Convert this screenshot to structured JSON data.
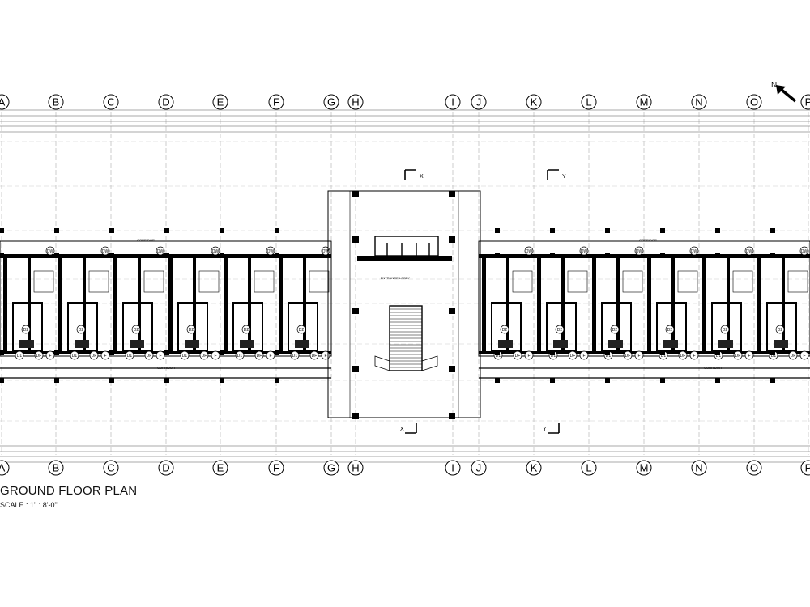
{
  "plan": {
    "title": "GROUND FLOOR PLAN",
    "scale": "SCALE : 1\" : 8'-0\"",
    "north_label": "N",
    "grid_labels": [
      "A",
      "B",
      "C",
      "D",
      "E",
      "F",
      "G",
      "H",
      "I",
      "J",
      "K",
      "L",
      "M",
      "N",
      "O",
      "P"
    ],
    "section_marks": [
      "X",
      "Y"
    ],
    "room_labels": {
      "corridor": "CORRIDOR",
      "entrance_lobby": "ENTRANCE LOBBY"
    },
    "door_tags": [
      "D1",
      "D2",
      "DF",
      "F",
      "DW"
    ],
    "colors": {
      "line": "#000000",
      "grid": "#888888",
      "paper": "#ffffff"
    }
  }
}
